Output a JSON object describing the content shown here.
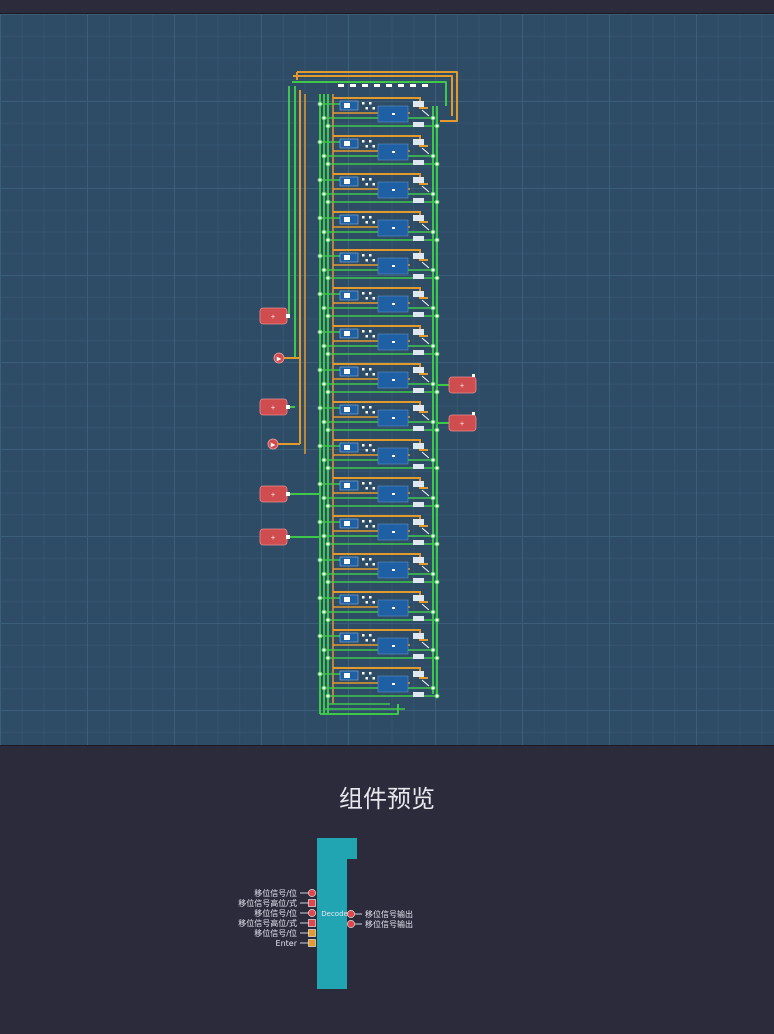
{
  "preview": {
    "title": "组件预览",
    "chip_label": "Decoder",
    "left_pins": [
      {
        "label": "移位信号/位",
        "type": "round",
        "color": "#e0474c"
      },
      {
        "label": "移位信号高位/式",
        "type": "square",
        "color": "#e0474c"
      },
      {
        "label": "移位信号/位",
        "type": "round",
        "color": "#e0474c"
      },
      {
        "label": "移位信号高位/式",
        "type": "square",
        "color": "#e0474c"
      },
      {
        "label": "移位信号/位",
        "type": "square",
        "color": "#e39a2d"
      },
      {
        "label": "Enter",
        "type": "square",
        "color": "#e39a2d"
      }
    ],
    "right_pins": [
      {
        "label": "移位信号输出",
        "color": "#e0474c"
      },
      {
        "label": "移位信号输出",
        "color": "#e0474c"
      }
    ]
  },
  "canvas": {
    "colors": {
      "wire_on": "#3ec84a",
      "wire_bus": "#e39a2d",
      "io": "#cf4c4f",
      "chip": "#1f5fa3",
      "gate": "#ffffff"
    },
    "inputs": [
      {
        "kind": "button",
        "label": "+"
      },
      {
        "kind": "led",
        "label": "▶"
      },
      {
        "kind": "button",
        "label": "+"
      },
      {
        "kind": "led",
        "label": "▶"
      },
      {
        "kind": "button",
        "label": "+"
      },
      {
        "kind": "button",
        "label": "+"
      }
    ],
    "outputs": [
      {
        "kind": "button",
        "label": "+"
      },
      {
        "kind": "button",
        "label": "+"
      }
    ],
    "stage_count": 16
  }
}
